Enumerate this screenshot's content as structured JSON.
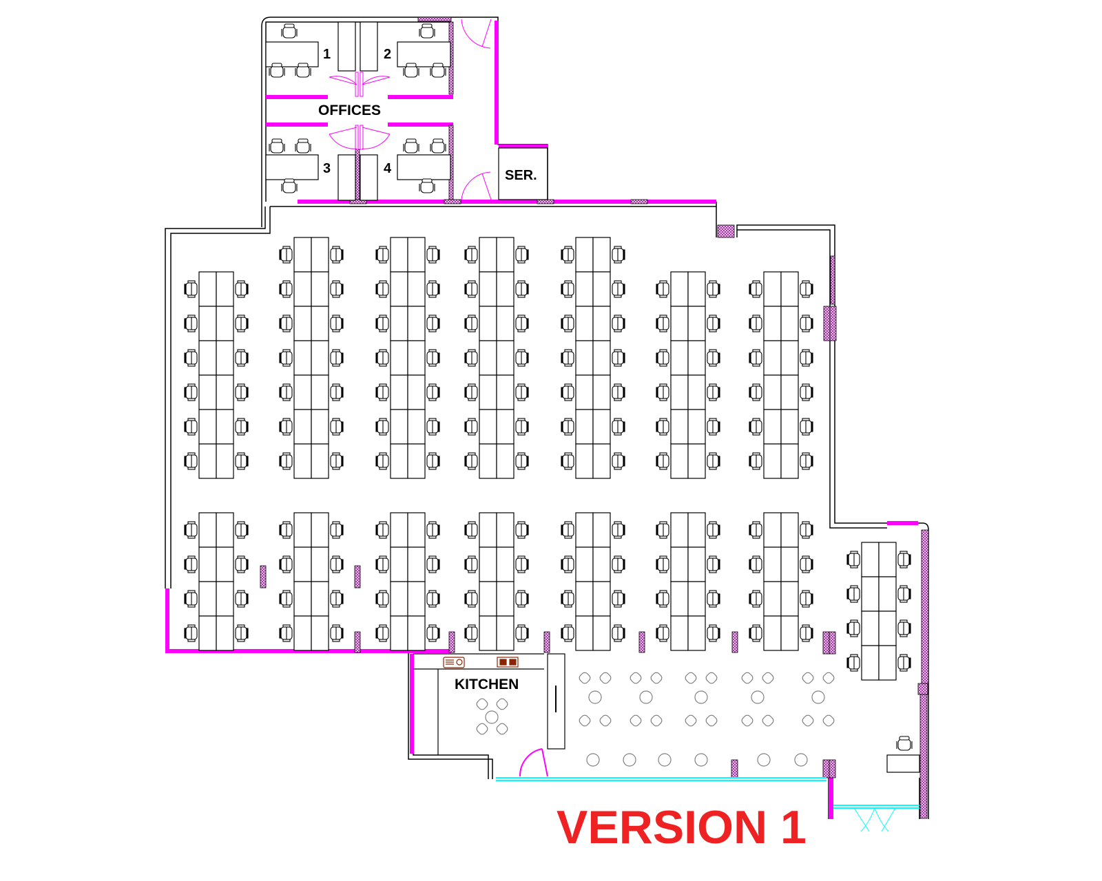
{
  "plan": {
    "office_numbers": [
      "1",
      "2",
      "3",
      "4"
    ],
    "offices_label": "OFFICES",
    "server_label": "SER.",
    "kitchen_label": "KITCHEN",
    "version_label": "VERSION 1"
  },
  "colors": {
    "wall": "#000000",
    "partition": "#FF00FF",
    "column_hatch": "#C060C0",
    "glazing": "#00FFFF",
    "appliance": "#8B2500",
    "cafe_furniture": "#808080",
    "version_text": "#EE2222"
  },
  "workstations": {
    "top_row_clusters_seats": [
      12,
      14,
      14,
      14,
      14,
      12,
      12
    ],
    "bottom_row_clusters_seats": [
      8,
      8,
      8,
      8,
      8,
      8,
      8
    ],
    "side_cluster_seats": 8
  }
}
